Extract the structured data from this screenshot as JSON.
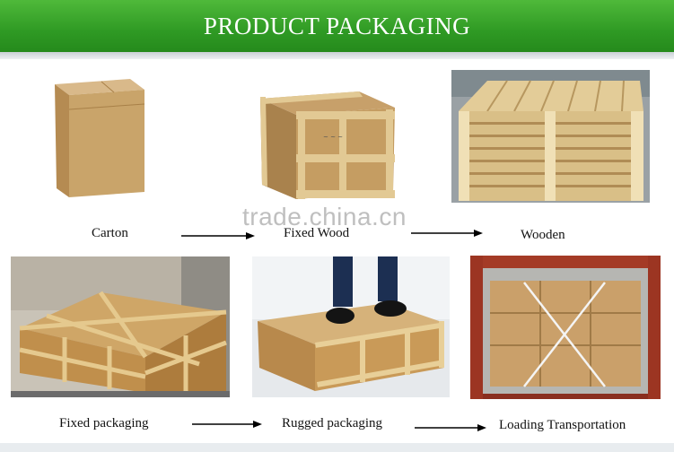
{
  "banner": {
    "title": "PRODUCT PACKAGING"
  },
  "watermark": "trade.china.cn",
  "row1": {
    "labels": [
      "Carton",
      "Fixed Wood",
      "Wooden"
    ]
  },
  "row2": {
    "labels": [
      "Fixed packaging",
      "Rugged packaging",
      "Loading Transportation"
    ]
  },
  "colors": {
    "banner_green": "#2f9a24",
    "cardboard": "#c9a46a",
    "wood": "#dcc089"
  }
}
